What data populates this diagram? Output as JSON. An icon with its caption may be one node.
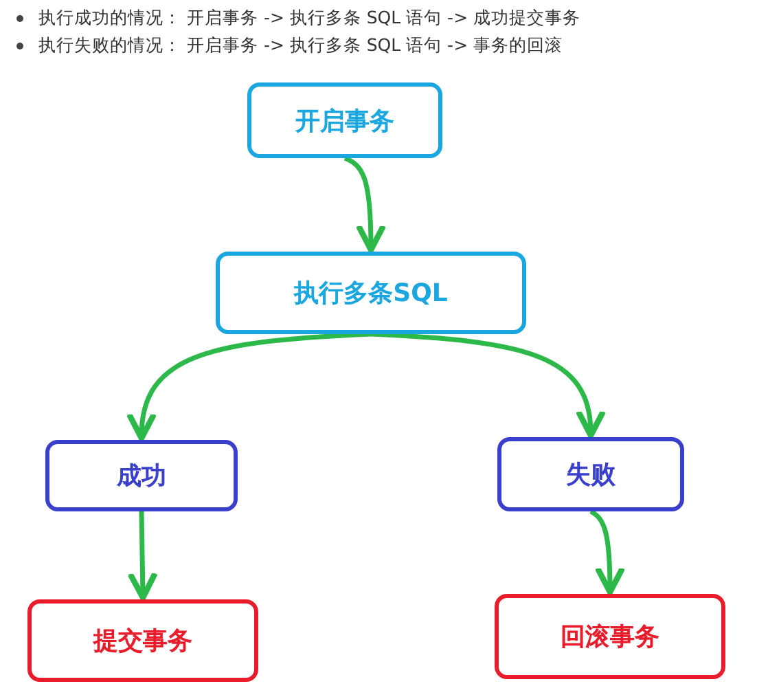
{
  "diagram": {
    "nodes": [
      {
        "text": [
          "开启事务"
        ]
      },
      {
        "text": [
          "执行多条SQL"
        ]
      },
      {
        "text": [
          "成功"
        ]
      },
      {
        "text": [
          "失败"
        ]
      },
      {
        "text": [
          "提交事务"
        ]
      },
      {
        "text": [
          "回滚事务"
        ]
      }
    ],
    "edges": [
      {
        "from": 0,
        "to": 1,
        "arrow": "to"
      },
      {
        "from": 1,
        "to": 2,
        "arrow": "to"
      },
      {
        "from": 1,
        "to": 3,
        "arrow": "to"
      },
      {
        "from": 2,
        "to": 4,
        "arrow": "to"
      },
      {
        "from": 3,
        "to": 5,
        "arrow": "to"
      }
    ],
    "labels": [
      "执行成功的情况： 开启事务 -> 执行多条 SQL 语句 -> 成功提交事务",
      "执行失败的情况： 开启事务 -> 执行多条 SQL 语句 -> 事务的回滚"
    ]
  }
}
